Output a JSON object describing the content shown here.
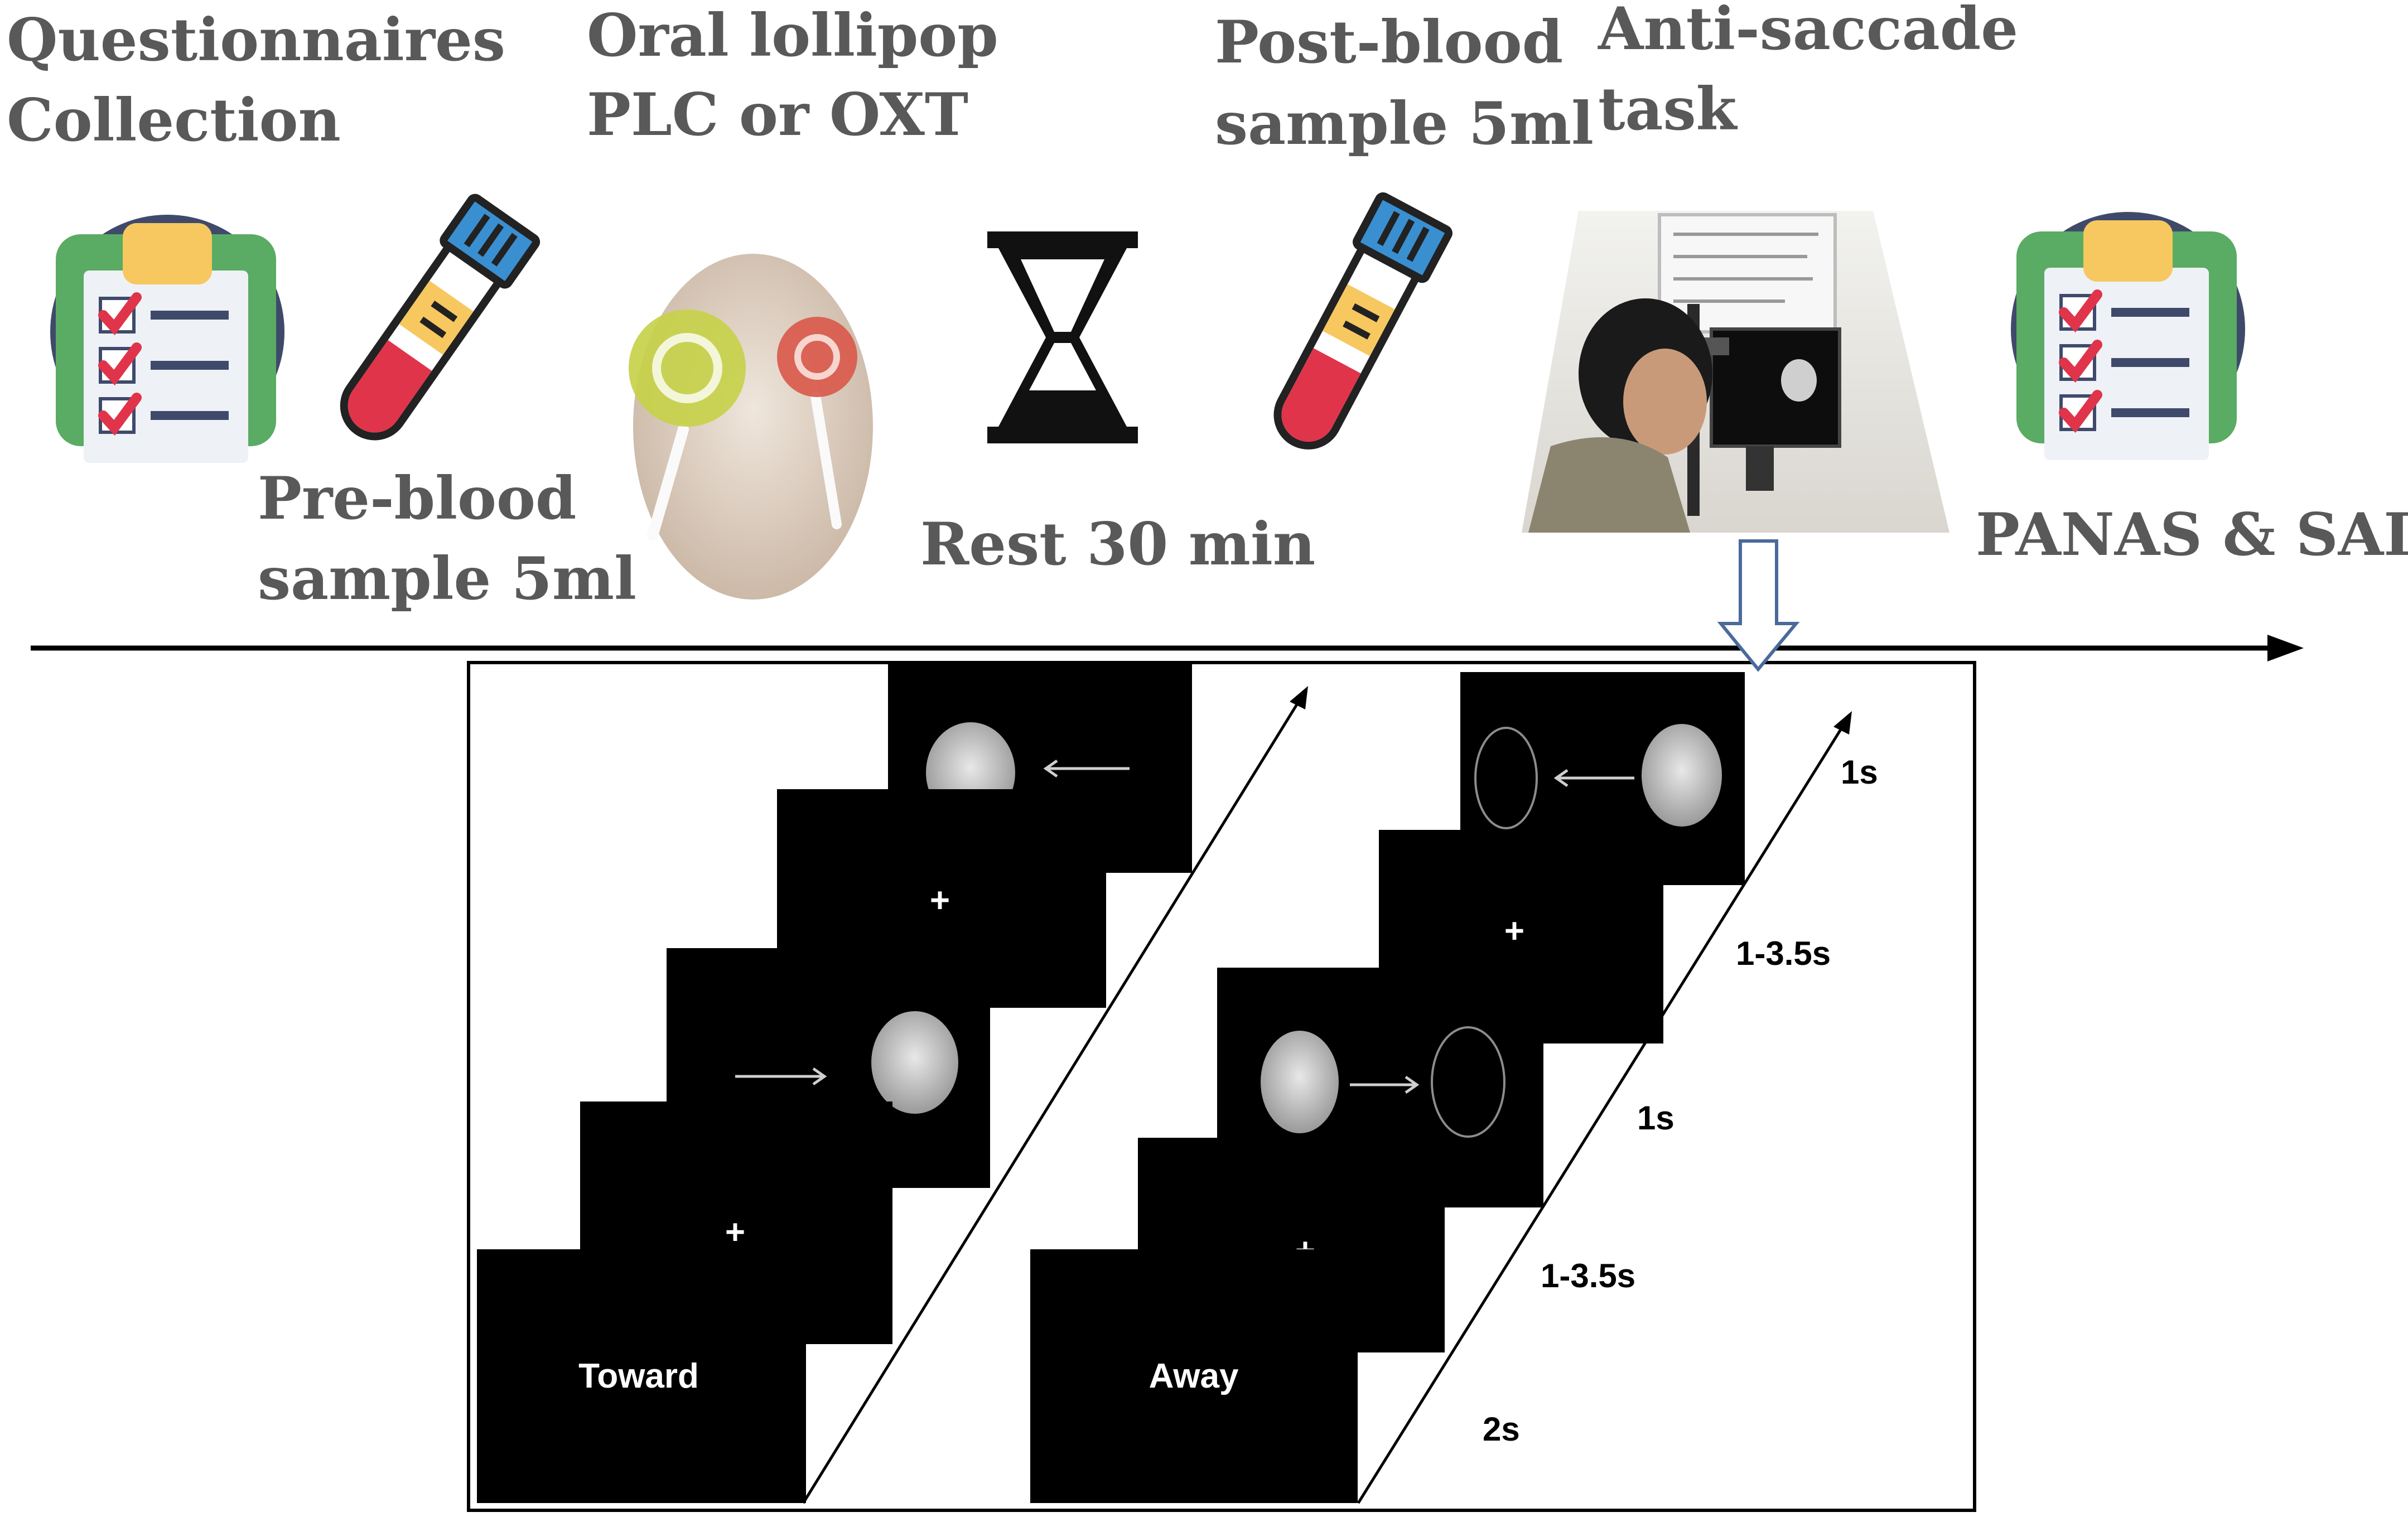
{
  "timeline": {
    "step1": {
      "lines": [
        "Questionnaires",
        "Collection"
      ]
    },
    "step2": {
      "lines": [
        "Pre-blood",
        "sample 5ml"
      ]
    },
    "step3": {
      "lines": [
        "Oral lollipop",
        "PLC or OXT"
      ]
    },
    "step4": {
      "lines": [
        "Rest 30 min"
      ]
    },
    "step5": {
      "lines": [
        "Post-blood",
        "sample 5ml"
      ]
    },
    "step6": {
      "lines": [
        "Anti-saccade",
        "task"
      ]
    },
    "step7": {
      "lines": [
        "PANAS & SAI"
      ]
    }
  },
  "task": {
    "toward": {
      "label": "Toward",
      "fixation": "+"
    },
    "away": {
      "label": "Away",
      "fixation": "+"
    },
    "durations": [
      "1s",
      "1-3.5s",
      "1s",
      "1-3.5s",
      "2s"
    ]
  },
  "colors": {
    "label_gray": "#595959",
    "screen_black": "#000000",
    "tube_cap": "#3a8fd1",
    "tube_band": "#f6c85f",
    "tube_blood": "#e0344b",
    "clipboard_circle": "#3f4a6b",
    "clipboard_green": "#5aab63",
    "check_red": "#e0344b"
  },
  "icons": [
    "clipboard-icon",
    "blood-tube-icon",
    "hourglass-icon",
    "down-arrow-icon"
  ]
}
